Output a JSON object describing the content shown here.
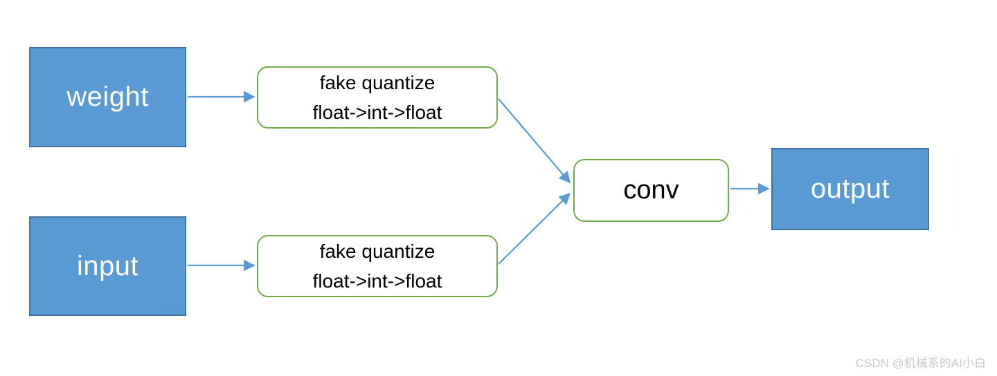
{
  "colors": {
    "blue_fill": "#5b9bd5",
    "blue_border": "#41719c",
    "green_border": "#70ad47",
    "arrow": "#5b9bd5",
    "watermark": "#c9c9c9",
    "node_text_light": "#ffffff",
    "node_text_dark": "#000000"
  },
  "nodes": {
    "weight": {
      "label": "weight"
    },
    "input": {
      "label": "input"
    },
    "fake_quantize_weight": {
      "line1": "fake quantize",
      "line2": "float->int->float"
    },
    "fake_quantize_input": {
      "line1": "fake quantize",
      "line2": "float->int->float"
    },
    "conv": {
      "label": "conv"
    },
    "output": {
      "label": "output"
    }
  },
  "edges": [
    {
      "from": "weight",
      "to": "fake_quantize_weight"
    },
    {
      "from": "input",
      "to": "fake_quantize_input"
    },
    {
      "from": "fake_quantize_weight",
      "to": "conv"
    },
    {
      "from": "fake_quantize_input",
      "to": "conv"
    },
    {
      "from": "conv",
      "to": "output"
    }
  ],
  "watermark": {
    "text": "CSDN @机械系的AI小白"
  }
}
